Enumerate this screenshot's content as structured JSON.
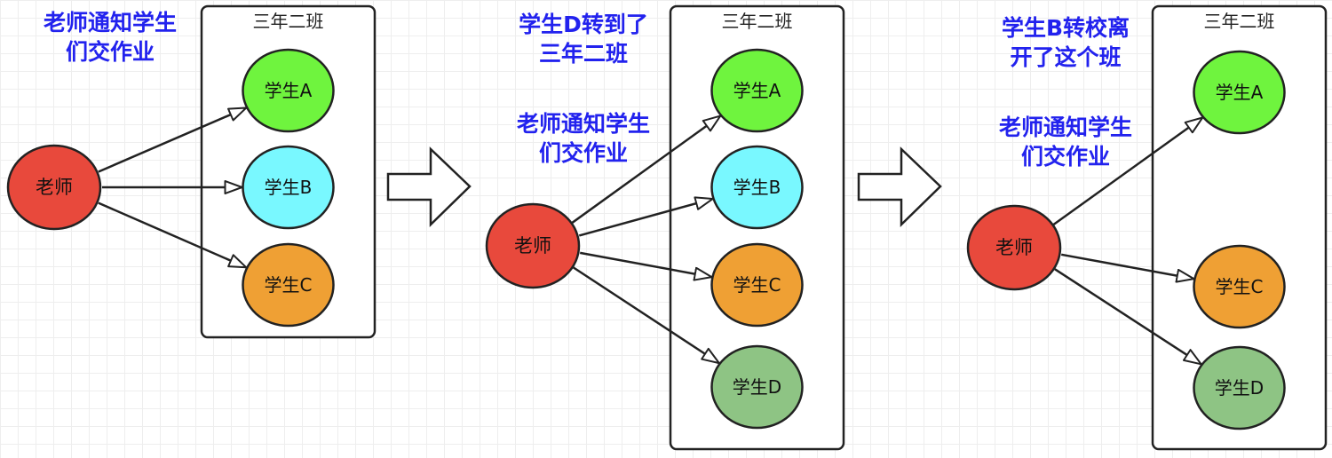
{
  "colors": {
    "teacher": "#e8493c",
    "student_a": "#6ff43e",
    "student_b": "#79f8ff",
    "student_c": "#efa034",
    "student_d": "#8ec484",
    "caption": "#2222ee",
    "stroke": "#222222"
  },
  "panels": [
    {
      "class_label": "三年二班",
      "teacher_label": "老师",
      "captions": [
        {
          "lines": [
            "老师通知学生",
            "们交作业"
          ]
        }
      ],
      "students": [
        {
          "id": "a",
          "label": "学生A"
        },
        {
          "id": "b",
          "label": "学生B"
        },
        {
          "id": "c",
          "label": "学生C"
        }
      ]
    },
    {
      "class_label": "三年二班",
      "teacher_label": "老师",
      "captions": [
        {
          "lines": [
            "学生D转到了",
            "三年二班"
          ]
        },
        {
          "lines": [
            "老师通知学生",
            "们交作业"
          ]
        }
      ],
      "students": [
        {
          "id": "a",
          "label": "学生A"
        },
        {
          "id": "b",
          "label": "学生B"
        },
        {
          "id": "c",
          "label": "学生C"
        },
        {
          "id": "d",
          "label": "学生D"
        }
      ]
    },
    {
      "class_label": "三年二班",
      "teacher_label": "老师",
      "captions": [
        {
          "lines": [
            "学生B转校离",
            "开了这个班"
          ]
        },
        {
          "lines": [
            "老师通知学生",
            "们交作业"
          ]
        }
      ],
      "students": [
        {
          "id": "a",
          "label": "学生A"
        },
        {
          "id": "c",
          "label": "学生C"
        },
        {
          "id": "d",
          "label": "学生D"
        }
      ]
    }
  ],
  "transitions": [
    {
      "from": 0,
      "to": 1,
      "icon": "right-arrow-icon"
    },
    {
      "from": 1,
      "to": 2,
      "icon": "right-arrow-icon"
    }
  ]
}
